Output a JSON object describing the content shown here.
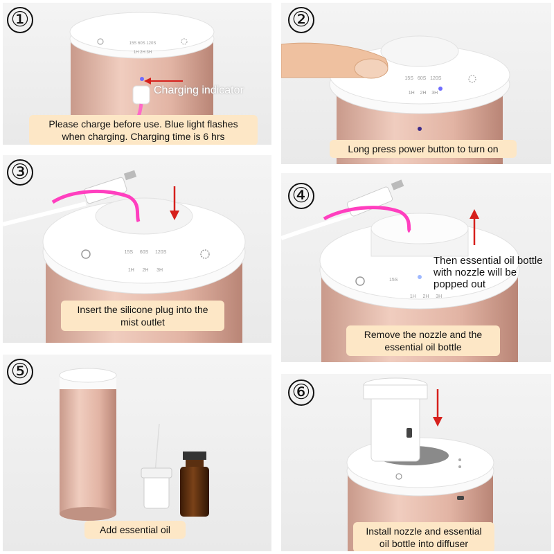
{
  "steps": [
    {
      "number": "①",
      "caption": "Please charge before use. Blue light flashes when charging. Charging time is 6 hrs",
      "label": "Charging indicator"
    },
    {
      "number": "②",
      "caption": "Long press power button to turn on"
    },
    {
      "number": "③",
      "caption": "Insert the silicone plug into the mist outlet"
    },
    {
      "number": "④",
      "caption": "Remove the nozzle and the essential oil bottle",
      "label": "Then essential oil bottle with nozzle will be popped out"
    },
    {
      "number": "⑤",
      "caption": "Add essential oil"
    },
    {
      "number": "⑥",
      "caption": "Install nozzle and essential oil bottle into diffuser"
    }
  ],
  "device": {
    "timer_top": [
      "15S",
      "60S",
      "120S"
    ],
    "timer_bottom": [
      "1H",
      "2H",
      "3H"
    ]
  },
  "colors": {
    "body_rose": "#e7bfaf",
    "cap_white": "#fbfbfb",
    "caption_bg": "#fde7c6",
    "arrow_red": "#d6201c",
    "plug_pink": "#ff3fbf",
    "indicator_blue": "#6f6cff",
    "bottle_amber": "#5a2f10"
  },
  "icons": [
    "power-icon",
    "spinner-icon",
    "down-arrow-icon",
    "up-arrow-icon",
    "left-arrow-icon"
  ]
}
